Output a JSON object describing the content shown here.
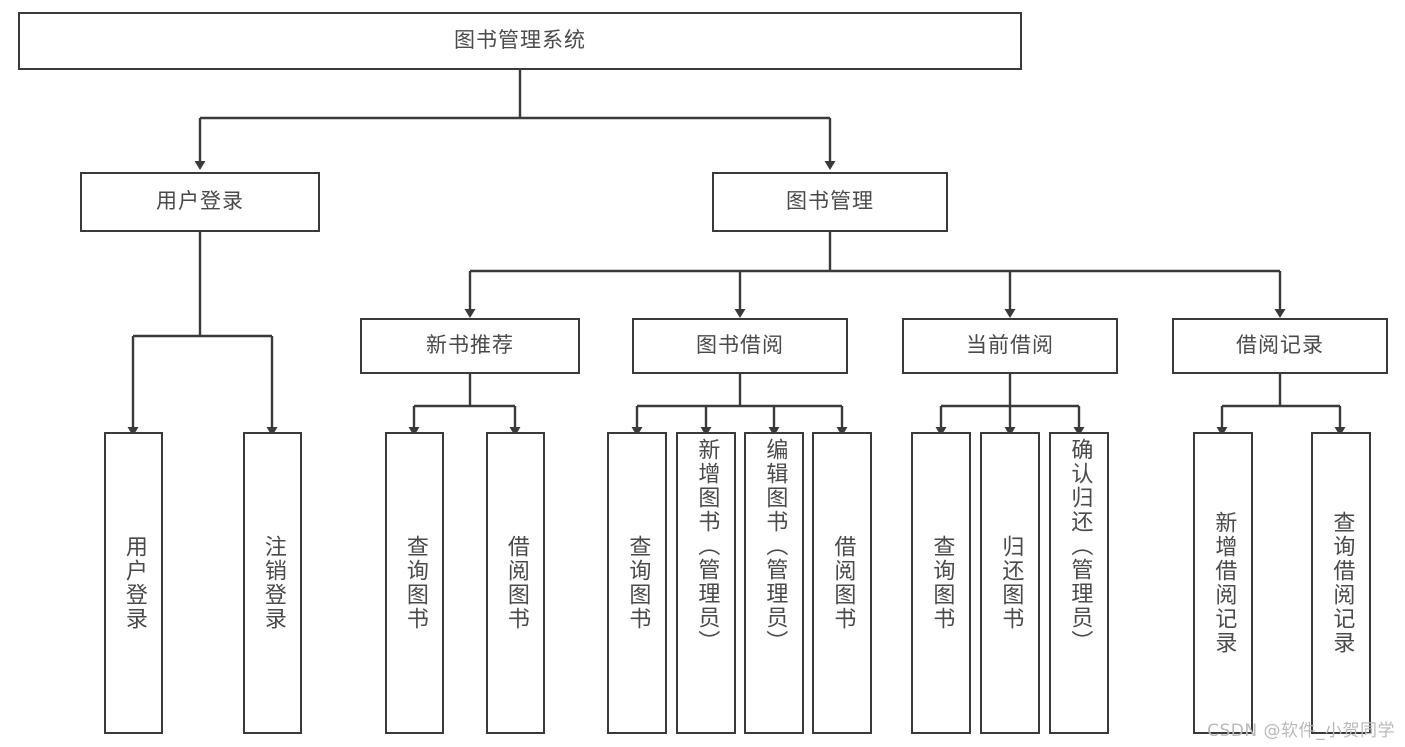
{
  "diagram": {
    "type": "tree",
    "title": "图书管理系统",
    "orientation": "top-down",
    "colors": {
      "box_border": "#3a3a3a",
      "box_fill": "#ffffff",
      "text": "#4a4a4a",
      "edge": "#3a3a3a",
      "watermark": "#b9b9b9"
    },
    "root": {
      "label": "图书管理系统"
    },
    "level2": [
      {
        "label": "用户登录"
      },
      {
        "label": "图书管理"
      }
    ],
    "level3": [
      {
        "label": "新书推荐"
      },
      {
        "label": "图书借阅"
      },
      {
        "label": "当前借阅"
      },
      {
        "label": "借阅记录"
      }
    ],
    "leaves": {
      "user_login": [
        {
          "label": "用户登录"
        },
        {
          "label": "注销登录"
        }
      ],
      "new_book_recommend": [
        {
          "label": "查询图书"
        },
        {
          "label": "借阅图书"
        }
      ],
      "book_borrow": [
        {
          "label": "查询图书"
        },
        {
          "label": "新增图书（管理员）"
        },
        {
          "label": "编辑图书（管理员）"
        },
        {
          "label": "借阅图书"
        }
      ],
      "current_borrow": [
        {
          "label": "查询图书"
        },
        {
          "label": "归还图书"
        },
        {
          "label": "确认归还（管理员）"
        }
      ],
      "borrow_record": [
        {
          "label": "新增借阅记录"
        },
        {
          "label": "查询借阅记录"
        }
      ]
    }
  },
  "watermark": {
    "text": "CSDN @软件_小贺同学"
  }
}
